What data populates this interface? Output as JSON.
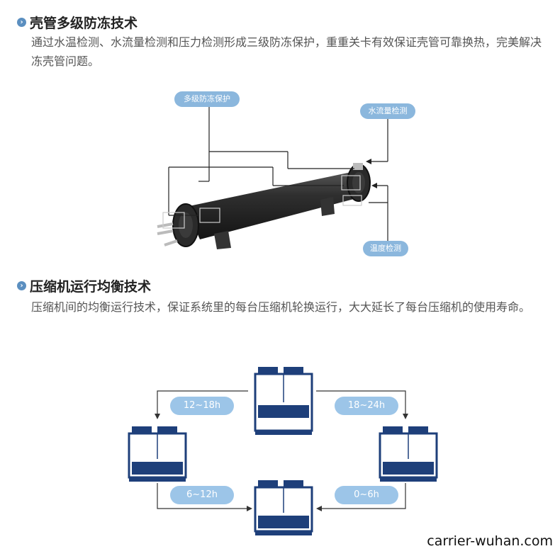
{
  "section1": {
    "title": "壳管多级防冻技术",
    "body": "通过水温检测、水流量检测和压力检测形成三级防冻保护，重重关卡有效保证壳管可靠换热，完美解决冻壳管问题。",
    "labels": {
      "multi": "多级防冻保护",
      "flow": "水流量检测",
      "temp": "温度检测"
    }
  },
  "section2": {
    "title": "压缩机运行均衡技术",
    "body": "压缩机间的均衡运行技术，保证系统里的每台压缩机轮换运行，大大延长了每台压缩机的使用寿命。",
    "cycle": {
      "top_left": "12~18h",
      "top_right": "18~24h",
      "bottom_left": "6~12h",
      "bottom_right": "0~6h"
    }
  },
  "watermark": "carrier-wuhan.com",
  "colors": {
    "accent": "#5b8fc0",
    "pill": "#8bb7dd",
    "unit_navy": "#1e3f7a"
  }
}
